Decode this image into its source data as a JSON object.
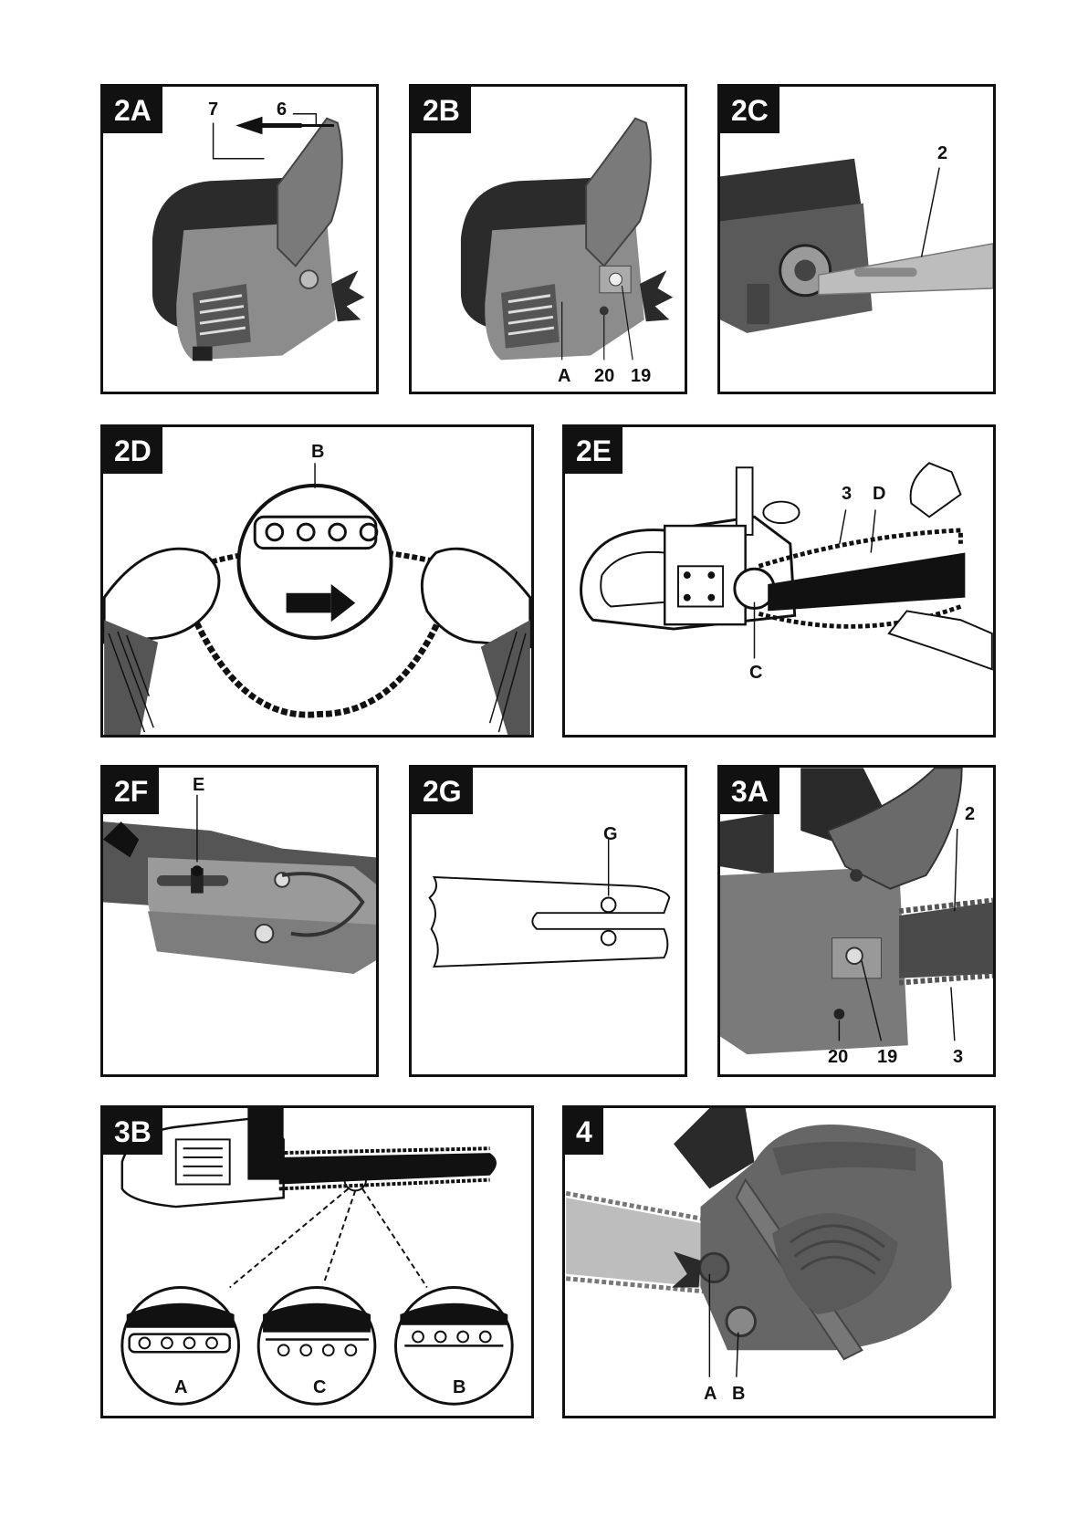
{
  "panels": {
    "p2a": {
      "tag": "2A",
      "labels": {
        "l7": "7",
        "l6": "6"
      }
    },
    "p2b": {
      "tag": "2B",
      "labels": {
        "lA": "A",
        "l20": "20",
        "l19": "19"
      }
    },
    "p2c": {
      "tag": "2C",
      "labels": {
        "l2": "2"
      }
    },
    "p2d": {
      "tag": "2D",
      "labels": {
        "lB": "B"
      }
    },
    "p2e": {
      "tag": "2E",
      "labels": {
        "l3": "3",
        "lD": "D",
        "lC": "C"
      }
    },
    "p2f": {
      "tag": "2F",
      "labels": {
        "lE": "E"
      }
    },
    "p2g": {
      "tag": "2G",
      "labels": {
        "lG": "G"
      }
    },
    "p3a": {
      "tag": "3A",
      "labels": {
        "l2": "2",
        "l20": "20",
        "l19": "19",
        "l3": "3"
      }
    },
    "p3b": {
      "tag": "3B",
      "labels": {
        "lA": "A",
        "lC": "C",
        "lB": "B"
      }
    },
    "p4": {
      "tag": "4",
      "labels": {
        "lA": "A",
        "lB": "B"
      }
    }
  },
  "icons": [
    "arrow-left-icon",
    "arrow-right-icon",
    "chainsaw-illustration",
    "chain-detail-illustration",
    "guide-bar-illustration"
  ],
  "colors": {
    "frame": "#111111",
    "machine_gray": "#8a8a8a",
    "machine_dark": "#2a2a2a",
    "background": "#ffffff"
  }
}
